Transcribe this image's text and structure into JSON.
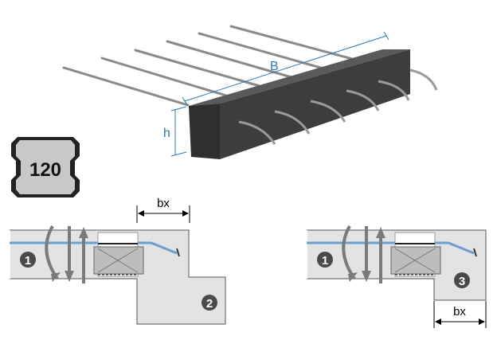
{
  "product_view": {
    "dimension_width_label": "B",
    "dimension_height_label": "h"
  },
  "fire_rating_badge": {
    "value": "120"
  },
  "detail_left": {
    "offset_label": "bx",
    "marker_slab": "1",
    "marker_lower": "2"
  },
  "detail_right": {
    "offset_label": "bx",
    "marker_slab": "1",
    "marker_lower": "3"
  },
  "colors": {
    "dimension_blue": "#2a7ab8",
    "box_dark": "#3a3a3a",
    "concrete_gray": "#e3e3e3",
    "arrow_gray": "#7a7a7a",
    "marker_dark": "#4a4a4a"
  }
}
